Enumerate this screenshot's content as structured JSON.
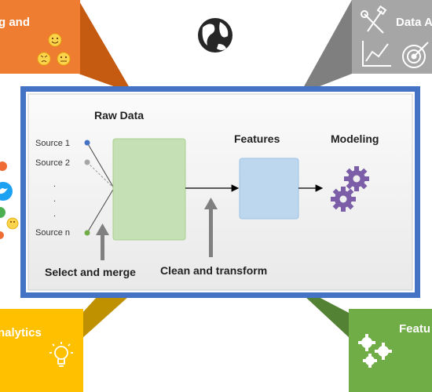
{
  "corner_panels": {
    "top_left": {
      "label": "g and"
    },
    "top_right": {
      "label": "Data A"
    },
    "bottom_left": {
      "label": "nalytics"
    },
    "bottom_right": {
      "label": "Featu"
    }
  },
  "pipeline": {
    "raw_data_title": "Raw Data",
    "sources": [
      "Source 1",
      "Source 2",
      ".",
      ".",
      ".",
      "Source n"
    ],
    "features_title": "Features",
    "modeling_title": "Modeling",
    "select_merge_label": "Select and merge",
    "clean_transform_label": "Clean and transform"
  },
  "colors": {
    "orange": "#ee7d32",
    "orange_dark": "#c55a11",
    "gray": "#a6a6a6",
    "gray_dark": "#7f7f7f",
    "yellow": "#ffc000",
    "yellow_dark": "#bf9000",
    "green": "#70ad47",
    "green_dark": "#548235",
    "frame_blue": "#4472c4",
    "raw_box": "#c5e0b4",
    "feature_box": "#bdd7ee",
    "gear_purple": "#7b5ea7"
  },
  "icons": {
    "globe": "globe-icon",
    "emoji_cluster": "emoji-icon",
    "tools": "tools-icon",
    "line_chart": "line-chart-icon",
    "target": "target-icon",
    "lightbulb": "lightbulb-icon",
    "gears": "gears-icon",
    "social": "social-icon"
  }
}
